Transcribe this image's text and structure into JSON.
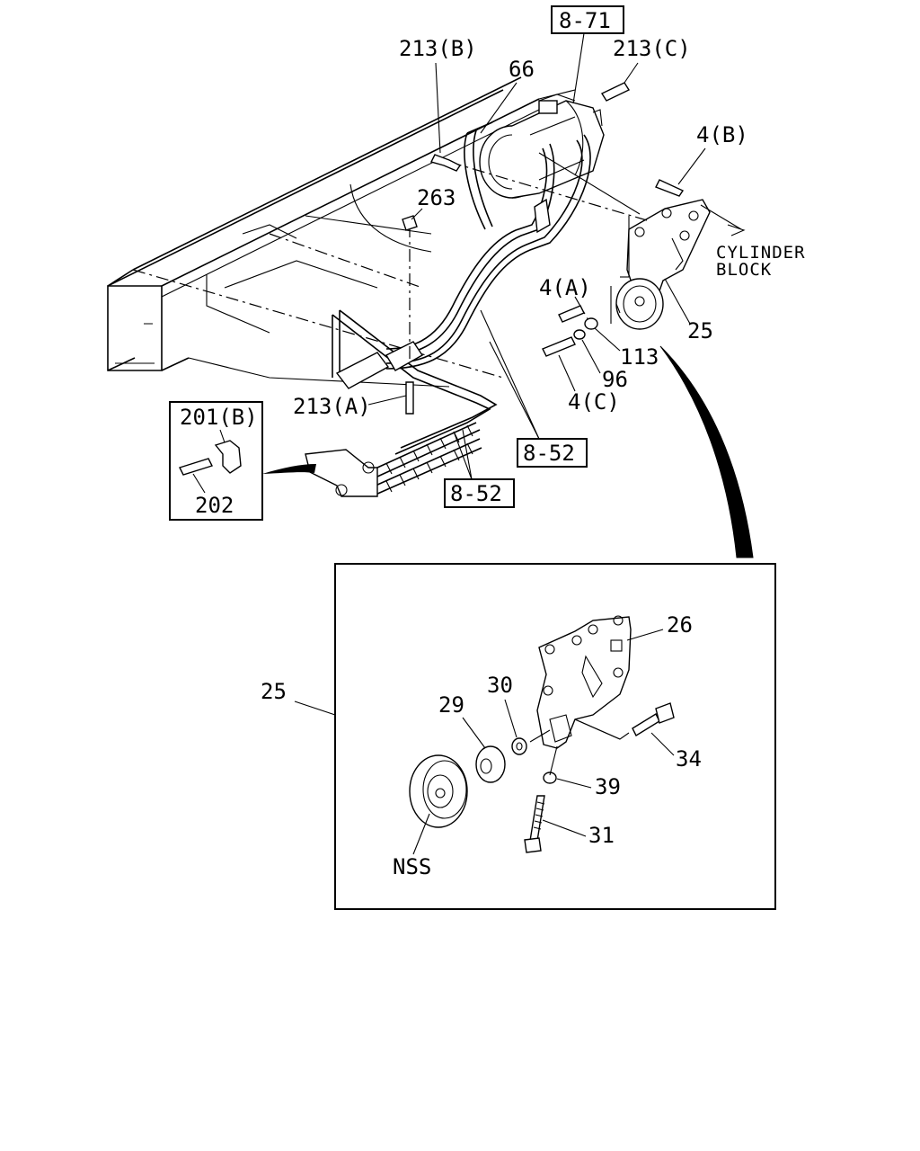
{
  "callouts": {
    "ref_8_71": "8-71",
    "ref_8_52_upper": "8-52",
    "ref_8_52_lower": "8-52",
    "p213b": "213(B)",
    "p213c": "213(C)",
    "p213a": "213(A)",
    "p66": "66",
    "p263": "263",
    "p4b": "4(B)",
    "p4a": "4(A)",
    "p4c": "4(C)",
    "p113": "113",
    "p96": "96",
    "p25_top": "25",
    "p201b": "201(B)",
    "p202": "202",
    "cyl_line1": "CYLINDER",
    "cyl_line2": "BLOCK"
  },
  "detail": {
    "p25": "25",
    "p26": "26",
    "p29": "29",
    "p30": "30",
    "p34": "34",
    "p39": "39",
    "p31": "31",
    "nss": "NSS"
  }
}
